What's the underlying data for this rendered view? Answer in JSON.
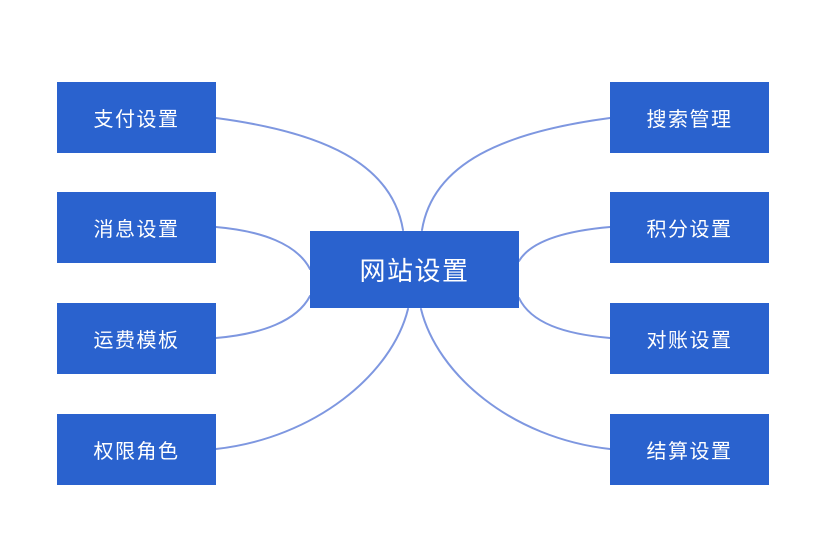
{
  "diagram": {
    "root": {
      "label": "网站设置"
    },
    "left_nodes": [
      {
        "label": "支付设置"
      },
      {
        "label": "消息设置"
      },
      {
        "label": "运费模板"
      },
      {
        "label": "权限角色"
      }
    ],
    "right_nodes": [
      {
        "label": "搜索管理"
      },
      {
        "label": "积分设置"
      },
      {
        "label": "对账设置"
      },
      {
        "label": "结算设置"
      }
    ],
    "colors": {
      "node_fill": "#2A62CE",
      "node_text": "#FFFFFF",
      "connector": "#7E97E0",
      "background": "#FFFFFF"
    }
  }
}
